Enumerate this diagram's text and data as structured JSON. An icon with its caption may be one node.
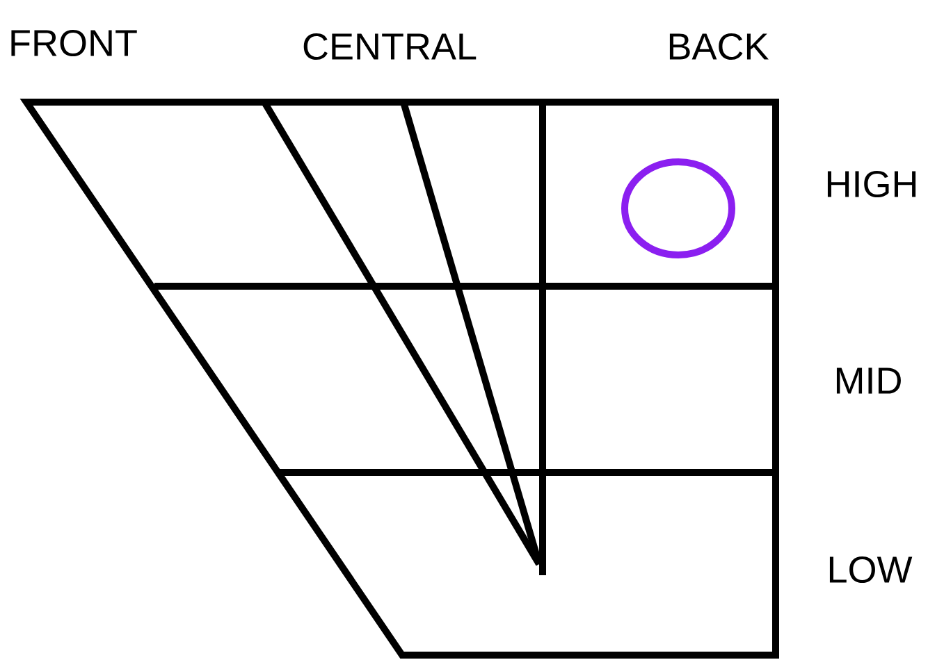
{
  "diagram": {
    "nodes": [
      {
        "text": [],
        "shape": "circle"
      }
    ],
    "labels": [
      "FRONT",
      "CENTRAL",
      "BACK",
      "HIGH",
      "MID",
      "LOW"
    ]
  }
}
